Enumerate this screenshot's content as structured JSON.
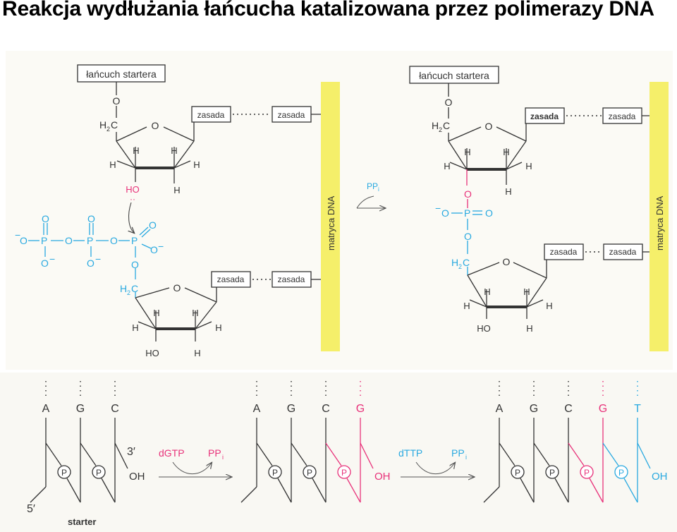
{
  "title": "Reakcja wydłużania łańcucha katalizowana przez polimerazy DNA",
  "colors": {
    "magenta": "#e8327a",
    "cyan": "#29a9e0",
    "yellow": "#f5ef6a",
    "panel": "#fbfaf5",
    "ink": "#2f2f2f"
  },
  "labels": {
    "primer_chain": "łańcuch startera",
    "base": "zasada",
    "template": "matryca DNA",
    "ppi_main": "PP",
    "ppi_sub": "i",
    "o": "O",
    "p": "P",
    "h": "H",
    "ho": "HO",
    "ch2_main": "H",
    "ch2_sub": "2",
    "ch2_c": "C",
    "minus": "−"
  },
  "bottom": {
    "bases_1": [
      "A",
      "G",
      "C"
    ],
    "bases_2": [
      "A",
      "G",
      "C",
      "G"
    ],
    "bases_3": [
      "A",
      "G",
      "C",
      "G",
      "T"
    ],
    "three_prime": "3′",
    "five_prime": "5′",
    "oh": "OH",
    "p": "P",
    "dgtp": "dGTP",
    "dttp": "dTTP",
    "ppi_main": "PP",
    "ppi_sub": "i",
    "starter": "starter"
  }
}
